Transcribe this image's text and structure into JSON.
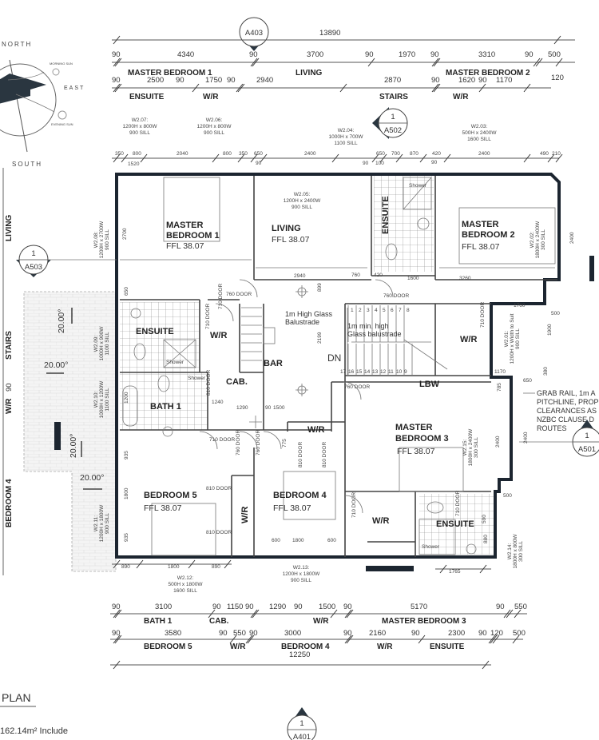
{
  "drawing": {
    "title": "PLAN",
    "area_note": "162.14m² Include",
    "total_width_top": "13890",
    "total_width_bottom": "12250",
    "ffl": "FFL 38.07"
  },
  "compass": {
    "north": "NORTH",
    "east": "EAST",
    "south": "SOUTH",
    "morning_sun": "MORNING SUN",
    "evening_sun": "EVENING SUN"
  },
  "section_markers": [
    {
      "num": "",
      "ref": "A403"
    },
    {
      "num": "1",
      "ref": "A502"
    },
    {
      "num": "1",
      "ref": "A503"
    },
    {
      "num": "1",
      "ref": "A501"
    },
    {
      "num": "1",
      "ref": "A401"
    }
  ],
  "rooms": [
    {
      "name": "MASTER",
      "name2": "BEDROOM 1"
    },
    {
      "name": "LIVING"
    },
    {
      "name": "ENSUITE"
    },
    {
      "name": "MASTER",
      "name2": "BEDROOM 2"
    },
    {
      "name": "ENSUITE"
    },
    {
      "name": "W/R"
    },
    {
      "name": "BAR"
    },
    {
      "name": "W/R"
    },
    {
      "name": "BATH 1"
    },
    {
      "name": "CAB."
    },
    {
      "name": "LBW"
    },
    {
      "name": "MASTER",
      "name2": "BEDROOM 3"
    },
    {
      "name": "W/R"
    },
    {
      "name": "BEDROOM 5"
    },
    {
      "name": "W/R"
    },
    {
      "name": "BEDROOM 4"
    },
    {
      "name": "W/R"
    },
    {
      "name": "ENSUITE"
    },
    {
      "name": "DN"
    }
  ],
  "fixtures": {
    "shower": "Shower"
  },
  "top_dims": {
    "row1": [
      "90",
      "4340",
      "90",
      "3700",
      "90",
      "1970",
      "90",
      "3310",
      "90",
      "500"
    ],
    "row1_labels": [
      "MASTER BEDROOM 1",
      "LIVING",
      "MASTER BEDROOM 2",
      "120"
    ],
    "row2": [
      "90",
      "2500",
      "90",
      "1750",
      "90",
      "2940",
      "2870",
      "90",
      "1620",
      "90",
      "1170"
    ],
    "row2_labels": [
      "ENSUITE",
      "W/R",
      "STAIRS",
      "W/R"
    ],
    "row3": [
      "350",
      "800",
      "2040",
      "800",
      "350",
      "650",
      "2400",
      "650",
      "700",
      "870",
      "420",
      "2400",
      "490",
      "210"
    ],
    "row3_sub": [
      "1520",
      "90",
      "90",
      "100",
      "90"
    ]
  },
  "bottom_dims": {
    "row1": [
      "90",
      "3100",
      "90",
      "1150",
      "90",
      "1290",
      "90",
      "1500",
      "90",
      "5170",
      "90",
      "550"
    ],
    "row1_labels": [
      "BATH 1",
      "CAB.",
      "W/R",
      "MASTER BEDROOM 3"
    ],
    "row2": [
      "90",
      "3580",
      "90",
      "550",
      "90",
      "3000",
      "90",
      "2160",
      "90",
      "2300",
      "90",
      "120",
      "500"
    ],
    "row2_labels": [
      "BEDROOM 5",
      "W/R",
      "BEDROOM 4",
      "W/R",
      "ENSUITE"
    ],
    "window_dims": [
      "890",
      "1800",
      "890",
      "600",
      "1800",
      "600",
      "1765"
    ]
  },
  "left_labels": [
    "LIVING",
    "STAIRS",
    "W/R",
    "90",
    "BEDROOM 4"
  ],
  "windows": [
    {
      "id": "W2.07:",
      "size": "1200H x 800W",
      "sill": "900 SILL"
    },
    {
      "id": "W2.06:",
      "size": "1200H x 800W",
      "sill": "900 SILL"
    },
    {
      "id": "W2.04:",
      "size": "1000H x 700W",
      "sill": "1100 SILL"
    },
    {
      "id": "W2.03:",
      "size": "500H x 2400W",
      "sill": "1600 SILL"
    },
    {
      "id": "W2.05:",
      "size": "1200H x 2400W",
      "sill": "900 SILL"
    },
    {
      "id": "W2.08:",
      "size": "1200H x 2700W",
      "sill": "900 SILL"
    },
    {
      "id": "W2.09:",
      "size": "1000H x 900W",
      "sill": "1100 SILL"
    },
    {
      "id": "W2.10:",
      "size": "1000H x 1200W",
      "sill": "1100 SILL"
    },
    {
      "id": "W2.11:",
      "size": "1200H x 1800W",
      "sill": "900 SILL"
    },
    {
      "id": "W2.12:",
      "size": "500H x 1800W",
      "sill": "1600 SILL"
    },
    {
      "id": "W2.13:",
      "size": "1200H x 1800W",
      "sill": "900 SILL"
    },
    {
      "id": "W2.02:",
      "size": "1800H x 2400W",
      "sill": "300 SILL"
    },
    {
      "id": "W2.01:",
      "size": "1200H x Width to Suit",
      "sill": "900 SILL"
    },
    {
      "id": "W2.15:",
      "size": "1800H x 2400W",
      "sill": "300 SILL"
    },
    {
      "id": "W2.14:",
      "size": "1800H x 800W",
      "sill": "300 SILL"
    }
  ],
  "doors": {
    "d760": "760 DOOR",
    "d710": "710 DOOR",
    "d810": "810 DOOR"
  },
  "interior_dims": [
    "2940",
    "760",
    "420",
    "1600",
    "3260",
    "1760",
    "500",
    "1900",
    "1170",
    "380",
    "650",
    "785",
    "2400",
    "2400",
    "1240",
    "1290",
    "90",
    "1500",
    "775",
    "2700",
    "2400",
    "650",
    "899",
    "2199",
    "1200",
    "935",
    "1800",
    "935",
    "590",
    "880",
    "500"
  ],
  "annotations": {
    "balustrade1": "1m High Glass",
    "balustrade1b": "Balustrade",
    "balustrade2": "1m min. high",
    "balustrade2b": "Glass balustrade",
    "grab_rail": [
      "GRAB RAIL, 1m A",
      "PITCHLINE, PROP",
      "CLEARANCES AS",
      "NZBC CLAUSE D",
      "ROUTES"
    ],
    "deck_fall": "20.00°"
  },
  "stair_numbers_top": [
    "1",
    "2",
    "3",
    "4",
    "5",
    "6",
    "7",
    "8"
  ],
  "stair_numbers_bottom": [
    "17",
    "16",
    "15",
    "14",
    "13",
    "12",
    "11",
    "10",
    "9"
  ],
  "colors": {
    "wall": "#1c2530",
    "line": "#444444",
    "paper": "#ffffff"
  }
}
